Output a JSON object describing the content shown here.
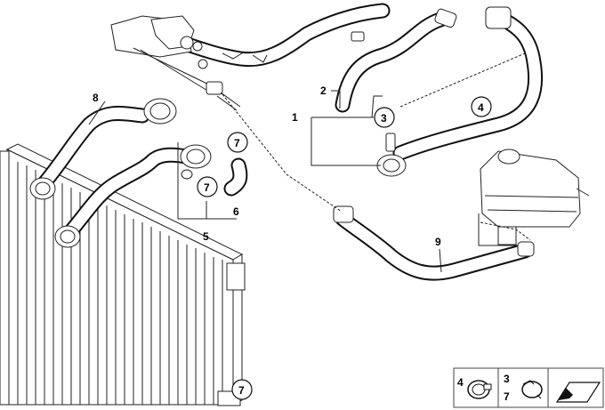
{
  "callouts": {
    "c1": "1",
    "c2": "2",
    "c3": "3",
    "c4": "4",
    "c5": "5",
    "c6": "6",
    "c7a": "7",
    "c7b": "7",
    "c7c": "7",
    "c8": "8",
    "c9": "9"
  },
  "legend": {
    "n4": "4",
    "n3": "3",
    "n7": "7"
  },
  "colors": {
    "line": "#111111",
    "background": "#ffffff"
  }
}
